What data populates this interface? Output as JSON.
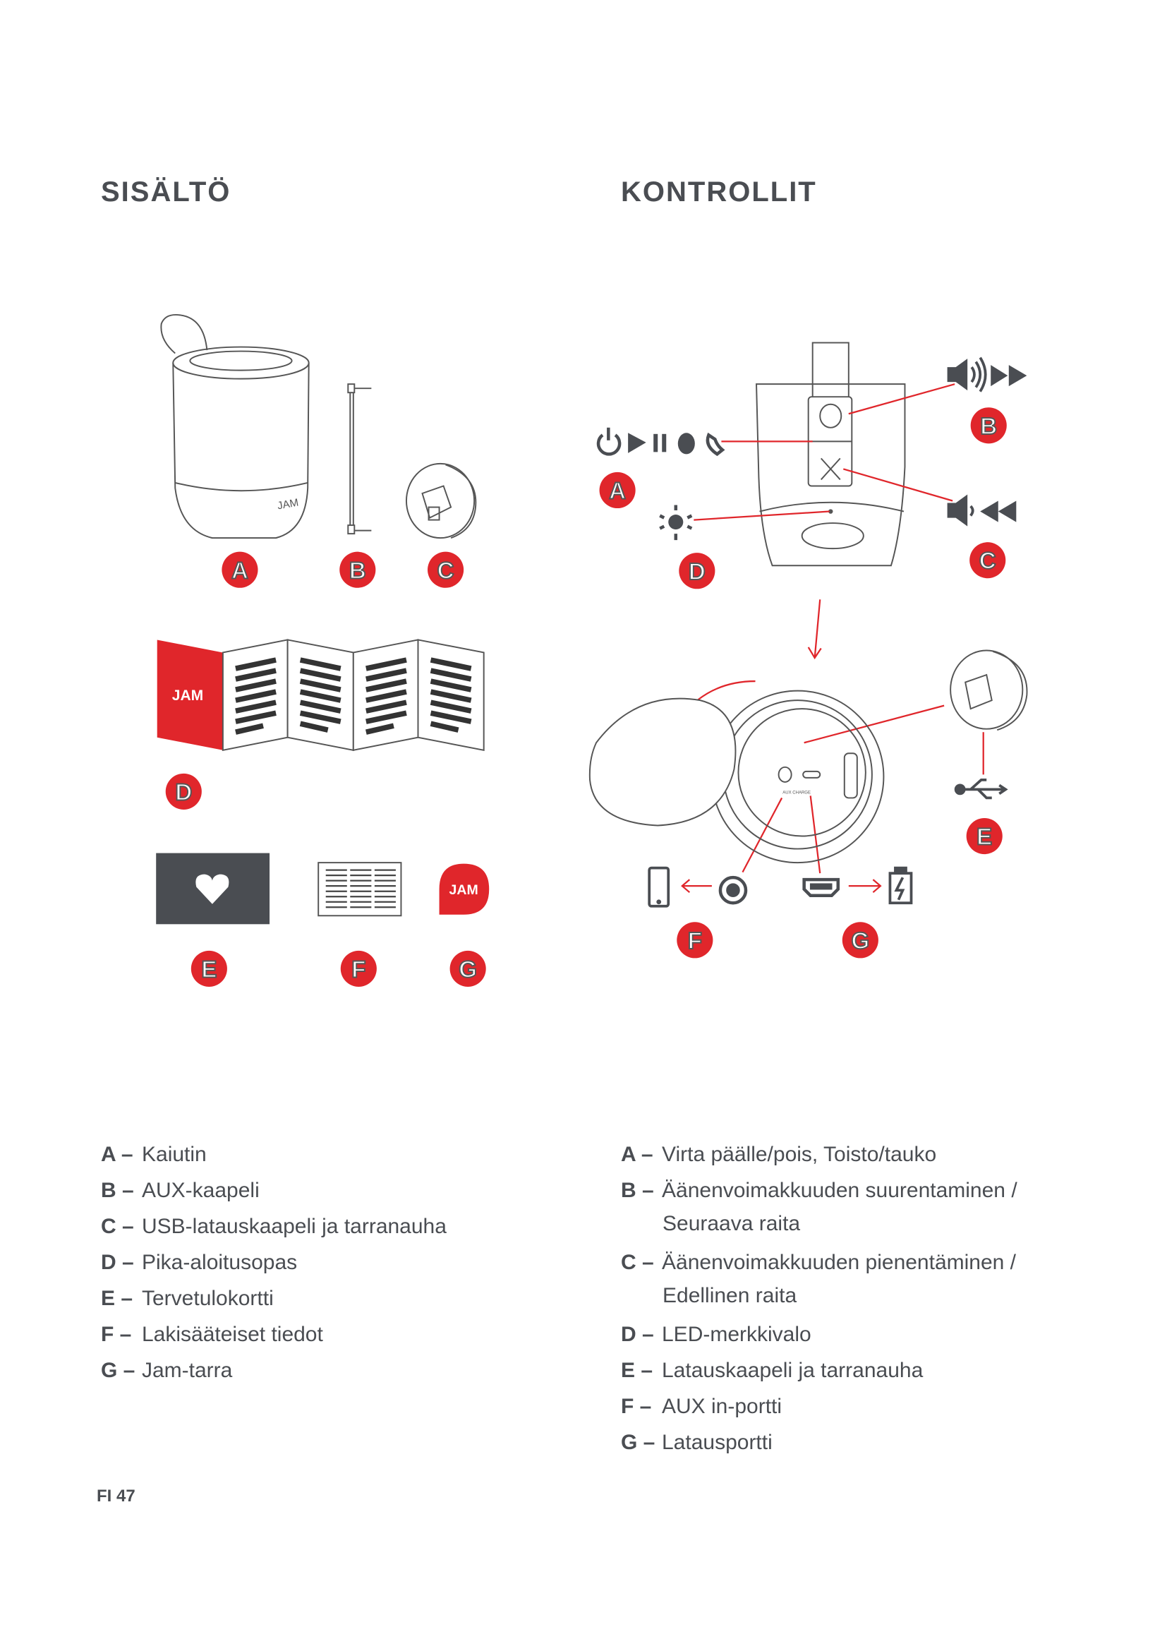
{
  "left": {
    "title": "SISÄLTÖ",
    "items": [
      {
        "key": "A –",
        "label": "Kaiutin"
      },
      {
        "key": "B –",
        "label": "AUX-kaapeli"
      },
      {
        "key": "C –",
        "label": "USB-latauskaapeli ja tarranauha"
      },
      {
        "key": "D –",
        "label": "Pika-aloitusopas"
      },
      {
        "key": "E –",
        "label": "Tervetulokortti"
      },
      {
        "key": "F –",
        "label": "Lakisääteiset tiedot"
      },
      {
        "key": "G –",
        "label": "Jam-tarra"
      }
    ]
  },
  "right": {
    "title": "KONTROLLIT",
    "items": [
      {
        "key": "A –",
        "label": "Virta päälle/pois, Toisto/tauko"
      },
      {
        "key": "B –",
        "label": "Äänenvoimakkuuden suurentaminen /",
        "cont": "Seuraava raita"
      },
      {
        "key": "C –",
        "label": "Äänenvoimakkuuden pienentäminen /",
        "cont": "Edellinen raita"
      },
      {
        "key": "D –",
        "label": "LED-merkkivalo"
      },
      {
        "key": "E –",
        "label": "Latauskaapeli ja tarranauha"
      },
      {
        "key": "F –",
        "label": "AUX in-portti"
      },
      {
        "key": "G –",
        "label": "Latausportti"
      }
    ]
  },
  "diagram": {
    "markers": [
      "A",
      "B",
      "C",
      "D",
      "E",
      "F",
      "G"
    ],
    "port_label": "AUX CHARGE",
    "logo_text": "JAM"
  },
  "footer": {
    "page": "FI 47"
  },
  "colors": {
    "accent": "#e0262b",
    "text": "#4a4d52",
    "line": "#555555"
  }
}
